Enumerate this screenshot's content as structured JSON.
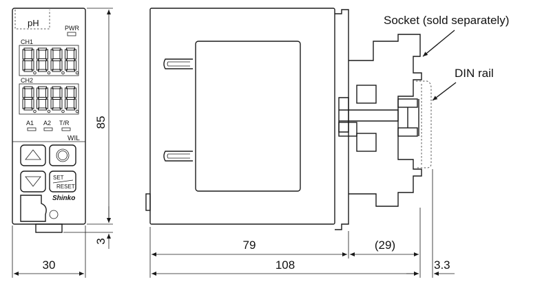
{
  "front_panel": {
    "sensor_label": "pH",
    "pwr_label": "PWR",
    "ch1_label": "CH1",
    "ch2_label": "CH2",
    "a1_label": "A1",
    "a2_label": "A2",
    "tr_label": "T/R",
    "model_label": "WIL",
    "set_label": "SET",
    "reset_label": "RESET",
    "brand_label": "Shinko"
  },
  "dimensions": {
    "height": "85",
    "bottom_protrusion": "3",
    "front_width": "30",
    "body_depth": "79",
    "socket_depth": "(29)",
    "total_depth": "108",
    "rail_offset": "3.3"
  },
  "callouts": {
    "socket": "Socket (sold separately)",
    "din_rail": "DIN rail"
  }
}
